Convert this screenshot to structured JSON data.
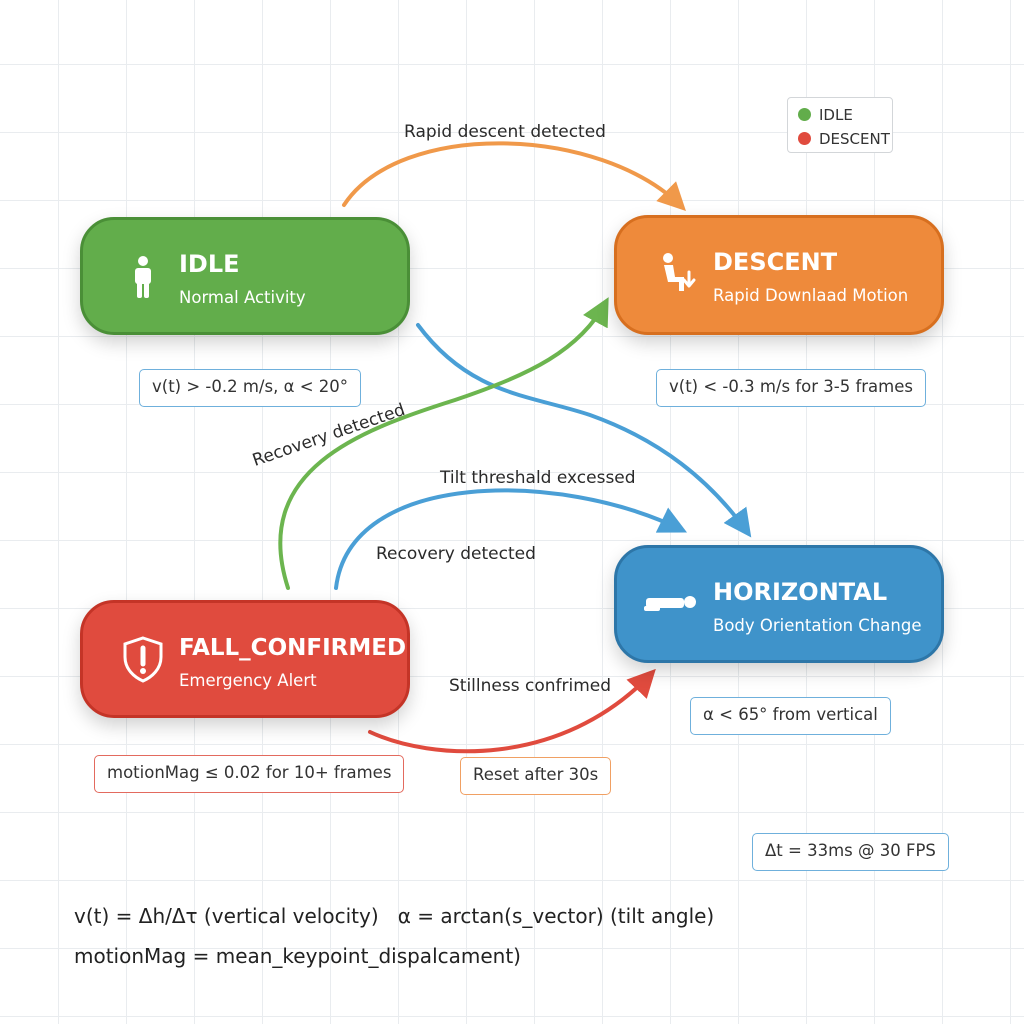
{
  "nodes": {
    "idle": {
      "title": "IDLE",
      "subtitle": "Normal Activity",
      "icon": "standing-person-icon",
      "color": "#62ad4b"
    },
    "descent": {
      "title": "DESCENT",
      "subtitle": "Rapid Downlaad Motion",
      "icon": "sitting-person-down-arrow-icon",
      "color": "#ee8a3b"
    },
    "horizontal": {
      "title": "HORIZONTAL",
      "subtitle": "Body Orientation Change",
      "icon": "lying-person-icon",
      "color": "#3f93ca"
    },
    "fall_confirmed": {
      "title": "FALL_CONFIRMED",
      "subtitle": "Emergency Alert",
      "icon": "warning-shield-icon",
      "color": "#e04b3e"
    }
  },
  "conditions": {
    "idle": "v(t) > -0.2 m/s, α < 20°",
    "descent": "v(t) < -0.3 m/s for 3-5 frames",
    "horizontal": "α < 65° from vertical",
    "fall_confirmed": "motionMag ≤ 0.02 for 10+ frames",
    "reset": "Reset after 30s",
    "timing": "Δt = 33ms @ 30 FPS"
  },
  "edges": [
    {
      "from": "IDLE",
      "to": "DESCENT",
      "label": "Rapid descent detected",
      "color": "#f0994a"
    },
    {
      "from": "IDLE",
      "to": "HORIZONTAL",
      "label": "",
      "color": "#4a9fd6"
    },
    {
      "from": "FALL_CONFIRMED",
      "to": "DESCENT",
      "label": "Recovery detected",
      "color": "#6cb54f"
    },
    {
      "from": "FALL_CONFIRMED",
      "to": "HORIZONTAL",
      "label": "Tilt threshald excessed",
      "color": "#4a9fd6"
    },
    {
      "from": "FALL_CONFIRMED",
      "to": "HORIZONTAL",
      "label": "Recovery detected",
      "color": "#4a9fd6"
    },
    {
      "from": "FALL_CONFIRMED",
      "to": "HORIZONTAL",
      "label": "Stillness confrimed",
      "color": "#e04b3e"
    }
  ],
  "legend": [
    {
      "label": "IDLE",
      "color": "#62ad4b"
    },
    {
      "label": "DESCENT",
      "color": "#e04b3e"
    }
  ],
  "formulas": {
    "line1": "v(t) = Δh/Δτ (vertical velocity)   α = arctan(s_vector) (tilt angle)",
    "line2": "motionMag = mean_keypoint_dispalcament)"
  }
}
